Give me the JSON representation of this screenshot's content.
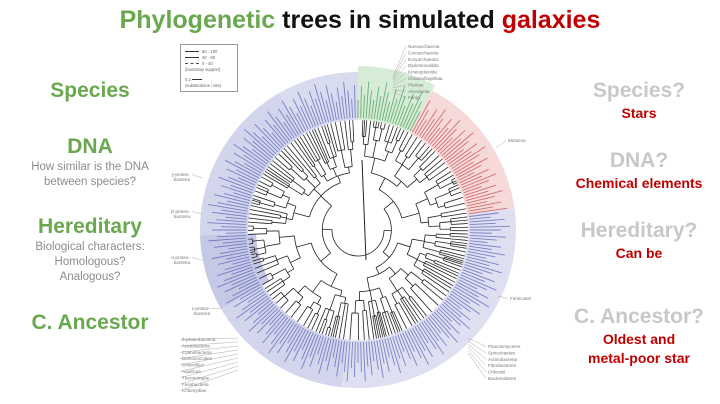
{
  "title": {
    "part1": "Phylogenetic",
    "part2": "trees in simulated",
    "part3": "galaxies"
  },
  "left": {
    "species": "Species",
    "dna": "DNA",
    "dna_sub1": "How similar is the DNA",
    "dna_sub2": "between species?",
    "hereditary": "Hereditary",
    "her_sub1": "Biological characters:",
    "her_sub2": "Homologous?",
    "her_sub3": "Analogous?",
    "ancestor": "C. Ancestor"
  },
  "right": {
    "q1": "Species?",
    "a1": "Stars",
    "q2": "DNA?",
    "a2": "Chemical elements",
    "q3": "Hereditary?",
    "a3": "Can be",
    "q4": "C. Ancestor?",
    "a4_1": "Oldest and",
    "a4_2": "metal-poor star"
  },
  "legend": {
    "row1": "80 - 100",
    "row2": "40 - 80",
    "row3": "0 - 40",
    "caption": "(bootstrap support)",
    "scale": "0.1",
    "scale_caption": "(substitutions / site)"
  },
  "tree_labels": {
    "top_right": [
      "Nanoarchaeota",
      "Crenarchaeota",
      "Euryarchaeota",
      "Diplomonadida",
      "Kinetoplastida",
      "Choanoflagellata",
      "Plantae",
      "Alveobiota",
      "Fungi"
    ],
    "metazoa": "Metazoa",
    "firmicutes": "Firmicutes",
    "bottom_right": [
      "Planctomycetes",
      "Spirochaetes",
      "Actinobacteria",
      "Fibrobacteres",
      "Chlorobi",
      "Bacteroidetes"
    ],
    "left_side": [
      "γ-proteo-",
      "bacteria",
      "β-proteo-",
      "bacteria",
      "α-proteo-",
      "bacteria",
      "ε-proteo-",
      "bacteria"
    ],
    "bottom_left": [
      "δ-proteobacteria",
      "Acidobacteria",
      "Cyanobacteria",
      "Deinococcales",
      "Chloroflexi",
      "Aquificae",
      "Thermotogae",
      "Fusobacteria",
      "Chlamydiae"
    ]
  }
}
